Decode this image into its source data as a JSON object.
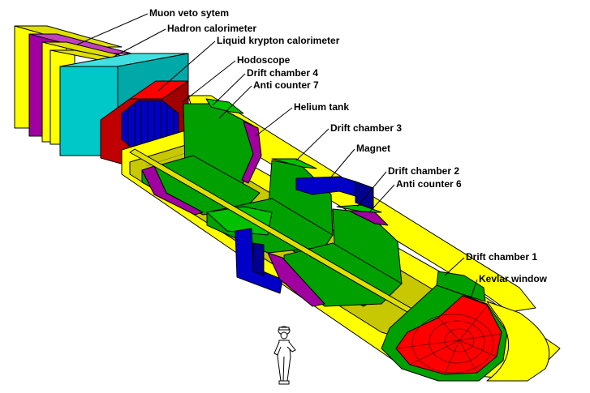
{
  "colors": {
    "yellow": "#ffff00",
    "yellow_dark": "#c8c800",
    "green": "#00a000",
    "green_light": "#00c000",
    "purple": "#a000a0",
    "red": "#ff0000",
    "red_dark": "#c00000",
    "blue": "#0000c8",
    "cyan": "#00c8c8",
    "olive": "#a0a000"
  },
  "labels": {
    "muon_veto": "Muon veto sytem",
    "hadron_cal": "Hadron calorimeter",
    "lkr_cal": "Liquid krypton calorimeter",
    "hodoscope": "Hodoscope",
    "drift4": "Drift chamber 4",
    "anti7": "Anti counter 7",
    "helium_tank": "Helium tank",
    "drift3": "Drift chamber 3",
    "magnet": "Magnet",
    "drift2": "Drift chamber 2",
    "anti6": "Anti counter 6",
    "drift1": "Drift chamber 1",
    "kevlar": "Kevlar window"
  }
}
